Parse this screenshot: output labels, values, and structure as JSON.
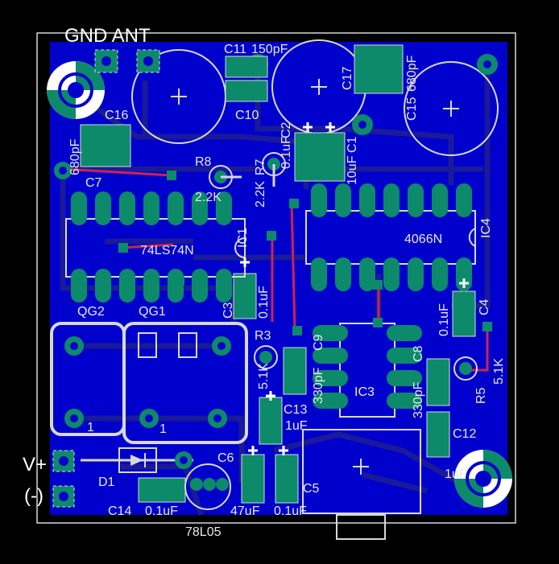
{
  "board": {
    "colors": {
      "background": "#000000",
      "copper": "#0000cc",
      "trace_dark": "#1a1a9a",
      "pad": "#0d8a6a",
      "silkscreen": "#d8d8d8",
      "airwire": "#cc2255"
    }
  },
  "labels": {
    "gnd_ant": "GND ANT",
    "c11": "C11",
    "c11_val": "150pF",
    "c10": "C10",
    "c16": "C16",
    "c16_val": "680pF",
    "c7": "C7",
    "c17": "C17",
    "c15": "C15",
    "c15_val": "680pF",
    "c2": "C2",
    "c2_val": "0.1uF",
    "c1": "C1",
    "c1_val": "10uF",
    "r8": "R8",
    "r8_val": "2.2K",
    "r7": "R7",
    "r7_val": "2.2K",
    "ic1": "IC1",
    "ic1_part": "74LS74N",
    "ic4": "IC4",
    "ic4_part": "4066N",
    "c3": "C3",
    "c3_val": "0.1uF",
    "c4": "C4",
    "c4_val": "0.1uF",
    "qg2": "QG2",
    "qg1": "QG1",
    "r3": "R3",
    "r3_val": "5.1K",
    "c9": "C9",
    "c9_val": "330pF",
    "ic3": "IC3",
    "c8": "C8",
    "c8_val": "330pF",
    "r5": "R5",
    "r5_val": "5.1K",
    "c13": "C13",
    "c13_val": "1uF",
    "c12": "C12",
    "c12_val": "1uF",
    "pin1_a": "1",
    "pin1_b": "1",
    "v_plus": "V+",
    "v_minus": "(-)",
    "d1": "D1",
    "c6": "C6",
    "c6_val": "47uF",
    "c5": "C5",
    "c5_val": "0.1uF",
    "c14": "C14",
    "c14_val": "0.1uF",
    "reg": "78L05"
  }
}
